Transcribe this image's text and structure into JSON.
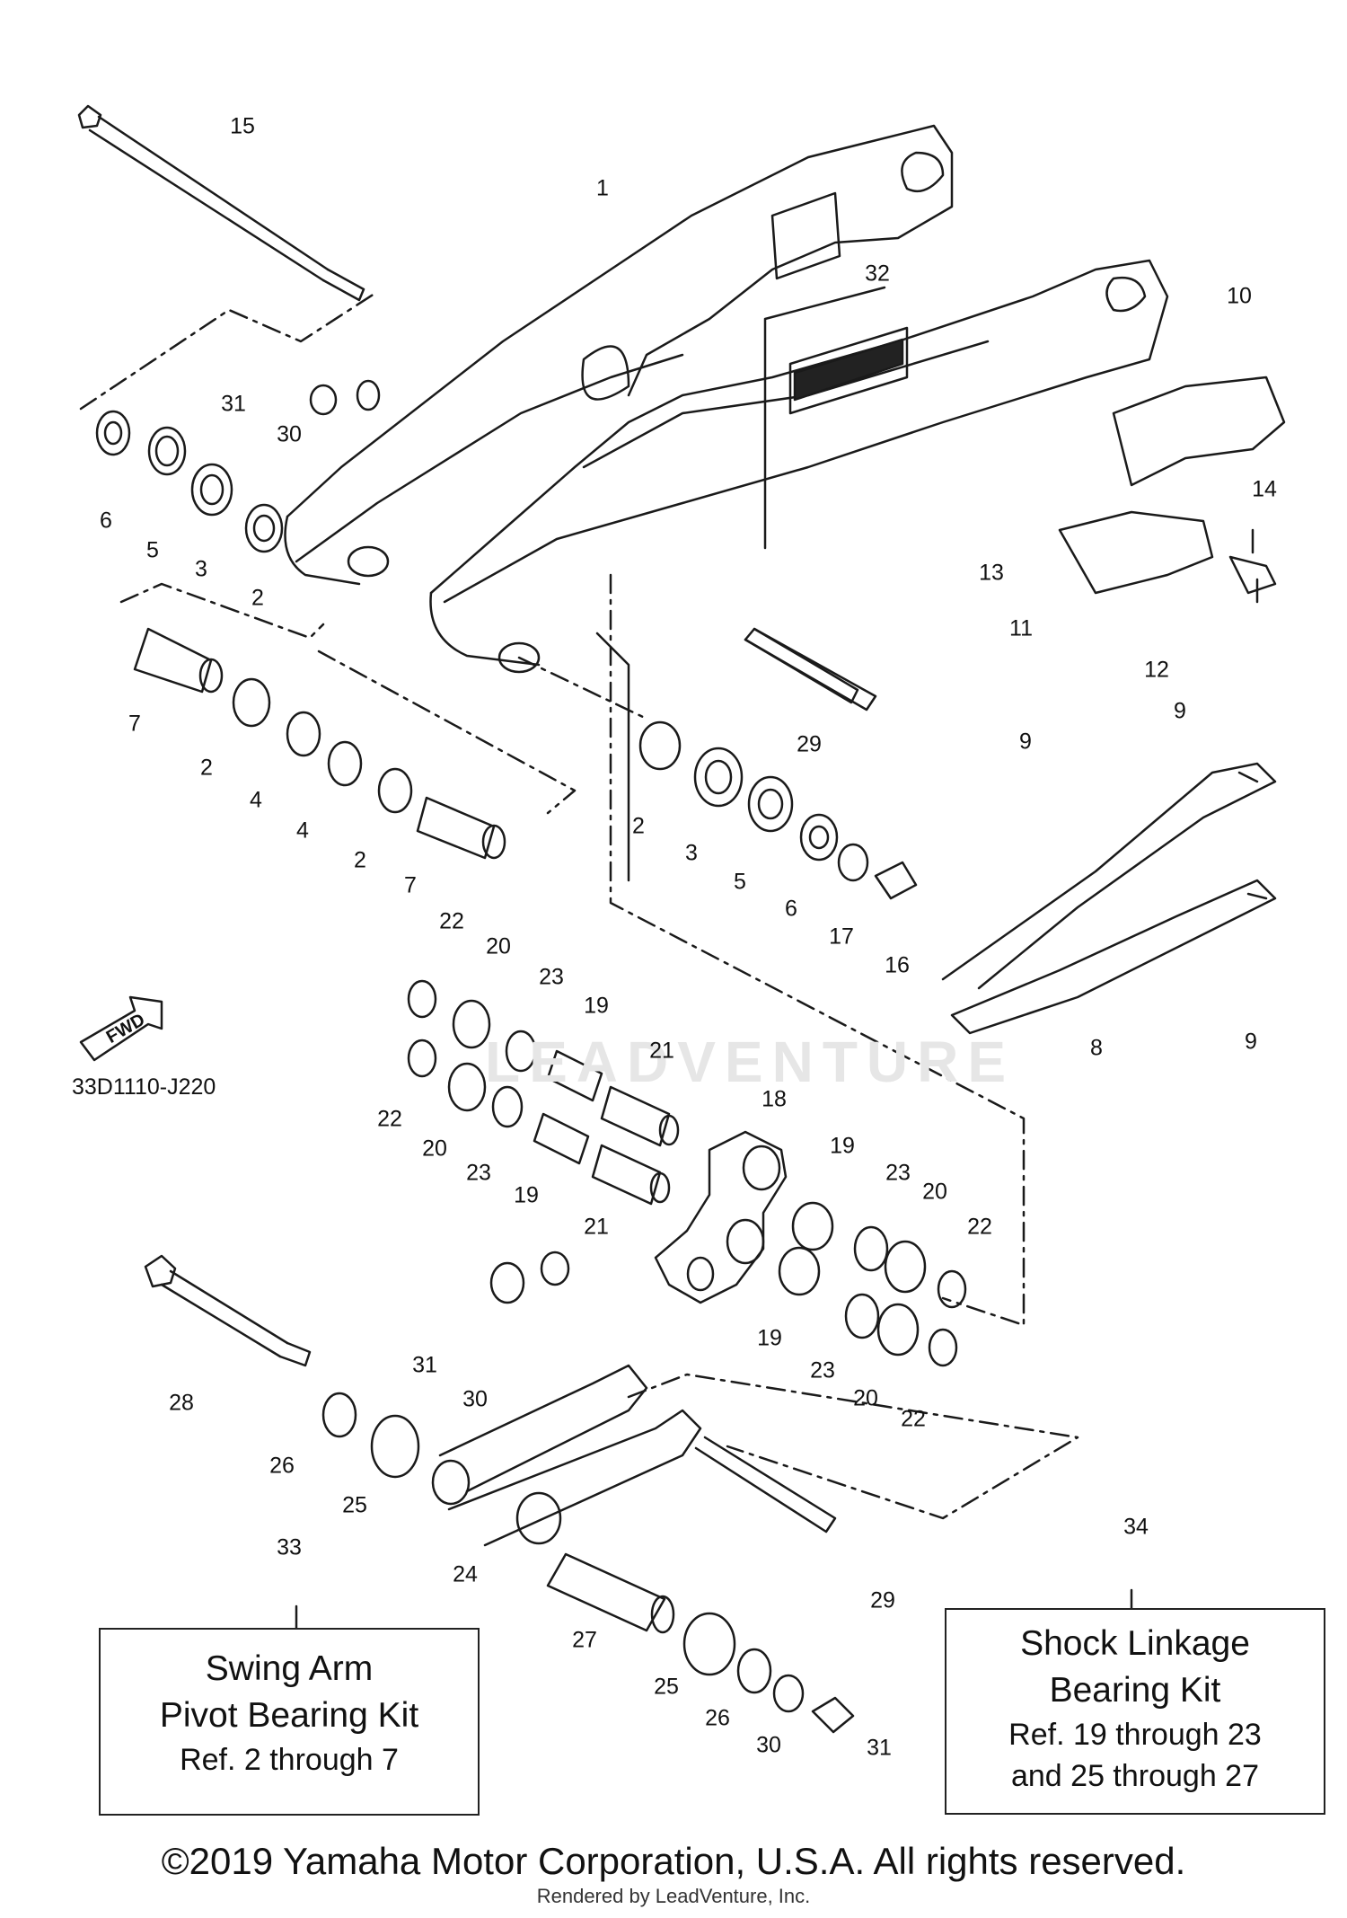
{
  "diagram": {
    "part_code": "33D1110-J220",
    "fwd_label": "FWD",
    "watermark": "LEADVENTURE",
    "callouts": [
      "15",
      "1",
      "32",
      "10",
      "31",
      "30",
      "6",
      "5",
      "3",
      "2",
      "14",
      "13",
      "11",
      "12",
      "7",
      "2",
      "4",
      "4",
      "2",
      "7",
      "29",
      "9",
      "9",
      "2",
      "3",
      "5",
      "6",
      "17",
      "16",
      "8",
      "9",
      "22",
      "20",
      "23",
      "19",
      "21",
      "18",
      "22",
      "20",
      "23",
      "19",
      "21",
      "19",
      "23",
      "20",
      "22",
      "19",
      "23",
      "20",
      "22",
      "31",
      "30",
      "28",
      "26",
      "25",
      "24",
      "29",
      "27",
      "25",
      "26",
      "30",
      "31"
    ],
    "kits": [
      {
        "number": "33",
        "title_line1": "Swing Arm",
        "title_line2": "Pivot Bearing Kit",
        "ref_line1": "Ref. 2 through 7",
        "ref_line2": ""
      },
      {
        "number": "34",
        "title_line1": "Shock Linkage",
        "title_line2": "Bearing Kit",
        "ref_line1": "Ref. 19 through 23",
        "ref_line2": "and 25 through 27"
      }
    ],
    "copyright": "©2019 Yamaha Motor Corporation, U.S.A. All rights reserved.",
    "rendered_by": "Rendered by LeadVenture, Inc."
  }
}
